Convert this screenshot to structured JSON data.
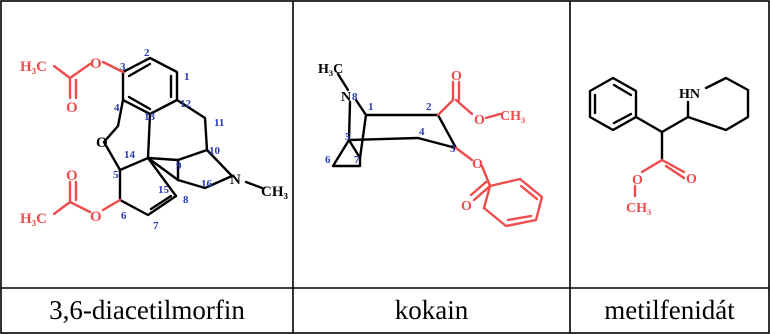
{
  "molecules": [
    {
      "caption": "3,6-diacetilmorfin",
      "labels": {
        "h3c_top": "H₃C",
        "o_carbonyl_top": "O",
        "o_ester_top": "O",
        "o_bridge": "O",
        "n": "N",
        "ch3": "CH₃",
        "h3c_bottom": "H₃C",
        "o_carbonyl_bottom": "O",
        "o_ester_bottom": "O"
      },
      "numbers": [
        "1",
        "2",
        "3",
        "4",
        "5",
        "6",
        "7",
        "8",
        "9",
        "10",
        "11",
        "12",
        "13",
        "14",
        "15",
        "16"
      ]
    },
    {
      "caption": "kokain",
      "labels": {
        "h3c": "H₃C",
        "n": "N",
        "o_carbonyl": "O",
        "o_ester": "O",
        "ch3": "CH₃",
        "o_benzoate": "O",
        "o_benzoate_carbonyl": "O"
      },
      "numbers": [
        "1",
        "2",
        "3",
        "4",
        "5",
        "6",
        "7",
        "8"
      ]
    },
    {
      "caption": "metilfenidát",
      "labels": {
        "hn": "HN",
        "o_ester": "O",
        "o_carbonyl": "O",
        "ch3": "CH₃"
      }
    }
  ],
  "colors": {
    "structure": "#000000",
    "ester": "#ef4b4b",
    "numbering": "#2a3bb0"
  }
}
